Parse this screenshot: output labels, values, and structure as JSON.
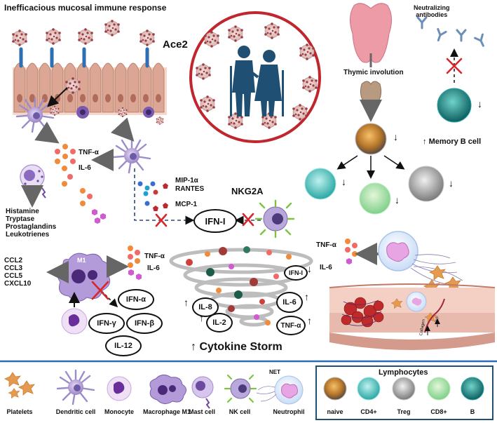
{
  "title": "Inefficacious mucosal immune response",
  "ace2": "Ace2",
  "tnf_alpha": "TNF-α",
  "il6": "IL-6",
  "mast_mediators": [
    "Histamine",
    "Tryptase",
    "Prostaglandins",
    "Leukotrienes"
  ],
  "chemokines": [
    "MIP-1α",
    "RANTES",
    "MCP-1"
  ],
  "ifn_i": "IFN-I",
  "nkg2a": "NKG2A",
  "neutralizing": [
    "Neutralizing",
    "antibodies"
  ],
  "thymic": "Thymic involution",
  "memory_b": "Memory B cell",
  "m1": "M1",
  "m1_chemokines": [
    "CCL2",
    "CCL3",
    "CCL5",
    "CXCL10"
  ],
  "m1_cytokines": [
    "IFN-α",
    "IFN-γ",
    "IFN-β",
    "IL-12"
  ],
  "storm": {
    "title": "Cytokine Storm",
    "ifn_i": "IFN-I",
    "il8": "IL-8",
    "il6": "IL-6",
    "il2": "IL-2",
    "tnf": "TNF-α"
  },
  "legend": {
    "cells": [
      "Platelets",
      "Dendritic cell",
      "Monocyte",
      "Macrophage M1",
      "Mast cell",
      "NK cell",
      "Neutrophil"
    ],
    "net": "NET",
    "lymph_title": "Lymphocytes",
    "lymph": [
      "naive",
      "CD4+",
      "Treg",
      "CD8+",
      "B"
    ]
  },
  "vessel_labels": [
    "Collagen",
    "vWF"
  ],
  "colors": {
    "divider": "#2a6db0",
    "circle_red": "#c0262d",
    "virus": "#a3555b",
    "elder": "#1f4f73",
    "epithelium": "#d99f8c",
    "receptor": "#2e6fb4"
  }
}
